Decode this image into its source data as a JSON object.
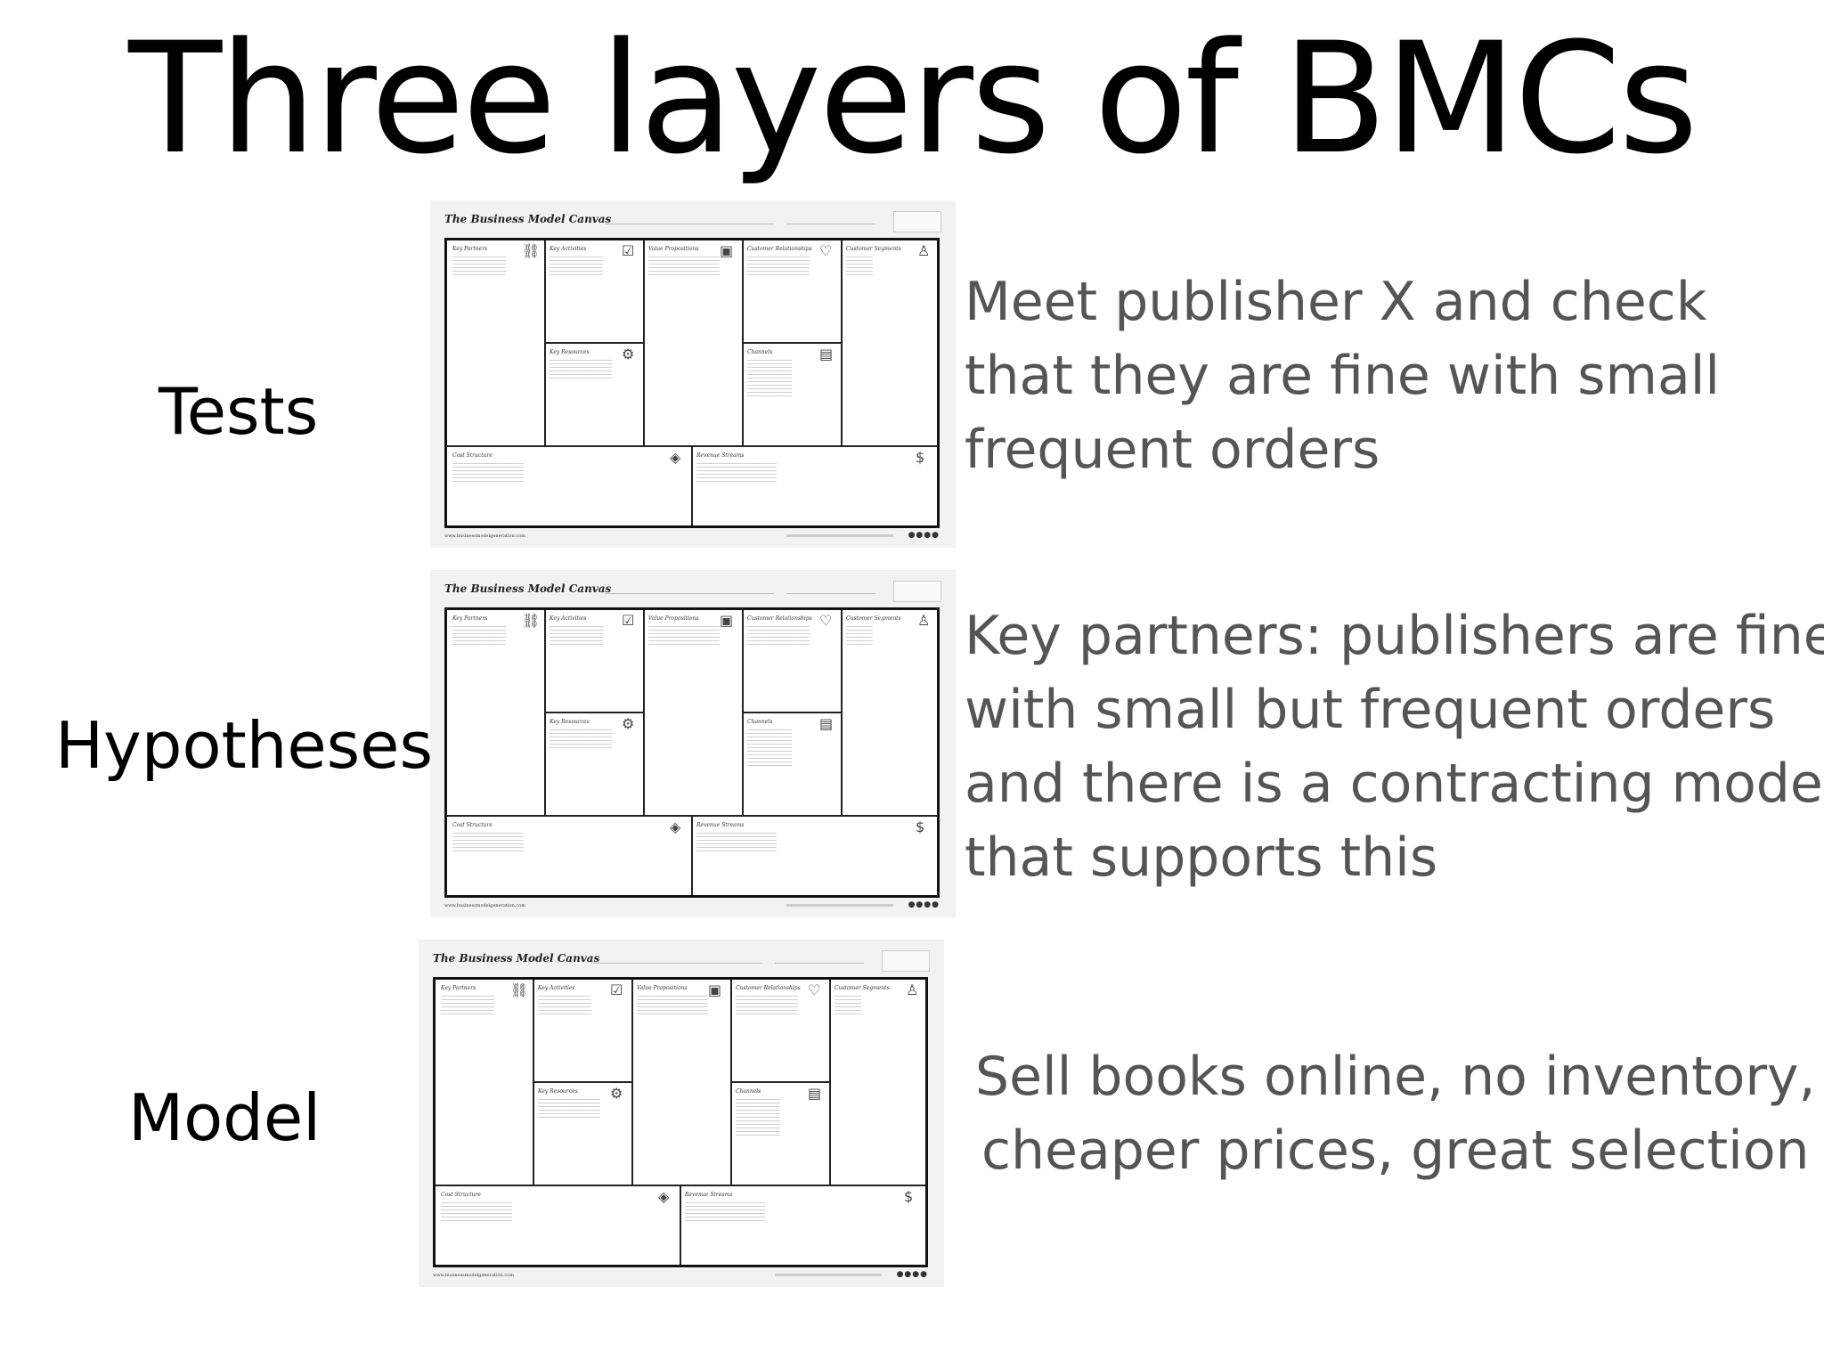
{
  "slide": {
    "title": "Three layers of BMCs"
  },
  "canvas_text": {
    "title": "The Business Model Canvas",
    "cells": {
      "key_partners": "Key Partners",
      "key_activities": "Key Activities",
      "value_propositions": "Value Propositions",
      "customer_relationships": "Customer Relationships",
      "customer_segments": "Customer Segments",
      "key_resources": "Key Resources",
      "channels": "Channels",
      "cost_structure": "Cost Structure",
      "revenue_streams": "Revenue Streams"
    },
    "footer": "www.businessmodelgeneration.com"
  },
  "layers": [
    {
      "label": "Tests",
      "lines": [
        "Meet publisher X and check",
        "that they are fine with small",
        "frequent orders"
      ]
    },
    {
      "label": "Hypotheses",
      "lines": [
        "Key partners: publishers are fine",
        "with small but frequent orders",
        "and there is a contracting model",
        "that supports this"
      ]
    },
    {
      "label": "Model",
      "lines": [
        "Sell books online, no inventory,",
        "cheaper prices, great selection"
      ]
    }
  ],
  "icons": {
    "key_partners": "link-icon",
    "key_activities": "checklist-icon",
    "value_propositions": "gift-icon",
    "customer_relationships": "heart-icon",
    "customer_segments": "person-icon",
    "key_resources": "factory-icon",
    "channels": "truck-icon",
    "cost_structure": "tag-icon",
    "revenue_streams": "money-bag-icon"
  }
}
